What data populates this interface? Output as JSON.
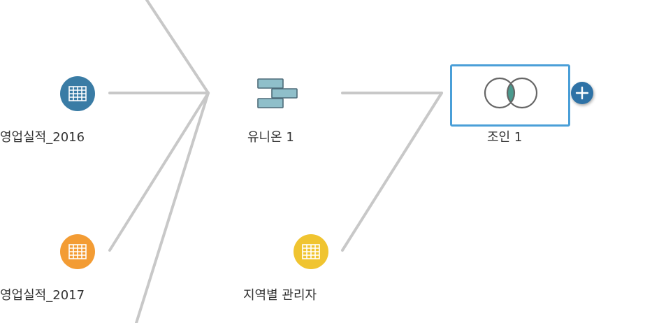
{
  "colors": {
    "connector": "#c8c8c8",
    "table_node_2016": "#3a7ca5",
    "table_node_2017": "#f39c34",
    "table_node_region": "#f0c430",
    "union_block_fill": "#8fbfca",
    "union_block_stroke": "#4d6a78",
    "join_border": "#4a9fd8",
    "join_ring": "#666666",
    "join_overlap": "#4a9a8e",
    "add_button": "#2e72a6"
  },
  "nodes": {
    "sales_2016": {
      "label": "영업실적_2016",
      "icon": "table-icon"
    },
    "sales_2017": {
      "label": "영업실적_2017",
      "icon": "table-icon"
    },
    "union": {
      "label": "유니온 1",
      "icon": "union-icon"
    },
    "region_manager": {
      "label": "지역별 관리자",
      "icon": "table-icon"
    },
    "join": {
      "label": "조인 1",
      "icon": "inner-join-icon"
    }
  },
  "add_step": {
    "icon": "plus-icon"
  }
}
